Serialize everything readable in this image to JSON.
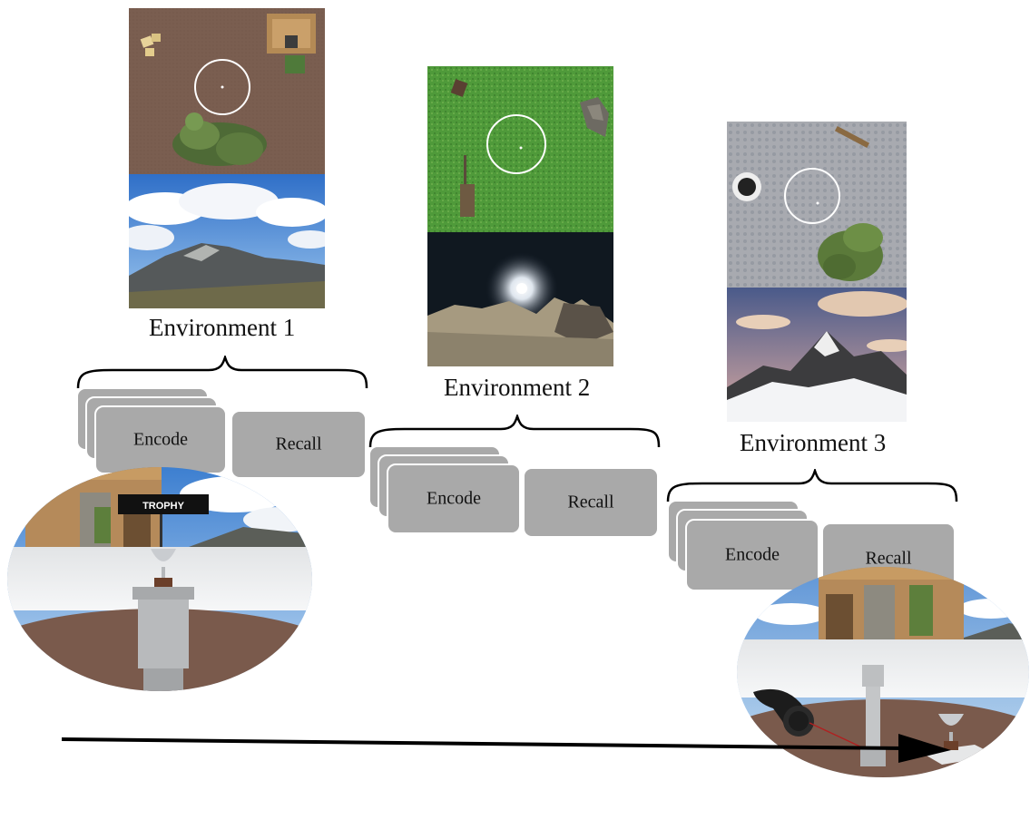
{
  "environments": [
    {
      "label": "Environment 1",
      "encode_label": "Encode",
      "recall_label": "Recall"
    },
    {
      "label": "Environment 2",
      "encode_label": "Encode",
      "recall_label": "Recall"
    },
    {
      "label": "Environment 3",
      "encode_label": "Encode",
      "recall_label": "Recall"
    }
  ],
  "scene_left": {
    "sign_text": "TROPHY"
  },
  "colors": {
    "ground_dirt": "#7a5e50",
    "ground_grass": "#4f9a3a",
    "ground_stone": "#a8aab0",
    "card_fill": "#a9a9a9",
    "arrow": "#000000"
  },
  "icons": [
    "trophy-icon",
    "vr-controller-icon",
    "pedestal-icon",
    "tree-icon",
    "rock-icon",
    "log-icon",
    "house-icon"
  ]
}
